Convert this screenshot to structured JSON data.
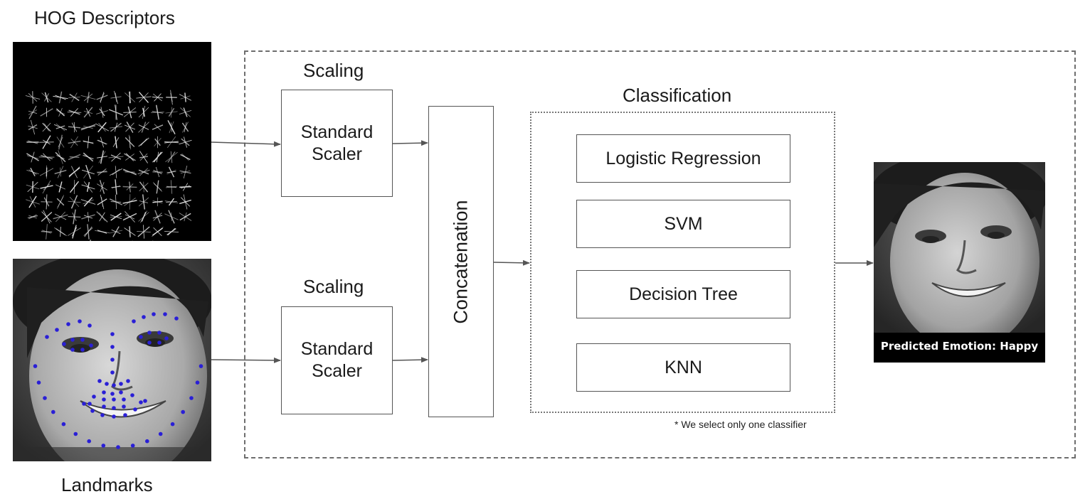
{
  "inputs": {
    "hog_title": "HOG Descriptors",
    "landmarks_title": "Landmarks"
  },
  "scaling": {
    "top_title": "Scaling",
    "top_box": [
      "Standard",
      "Scaler"
    ],
    "bottom_title": "Scaling",
    "bottom_box": [
      "Standard",
      "Scaler"
    ]
  },
  "concatenation": {
    "label": "Concatenation"
  },
  "classification": {
    "title": "Classification",
    "classifiers": [
      "Logistic Regression",
      "SVM",
      "Decision Tree",
      "KNN"
    ],
    "note": "* We select only one classifier"
  },
  "output": {
    "caption": "Predicted Emotion: Happy"
  },
  "colors": {
    "landmark_dot": "#2a1fd6",
    "hog_background": "#000000",
    "border": "#555555"
  }
}
